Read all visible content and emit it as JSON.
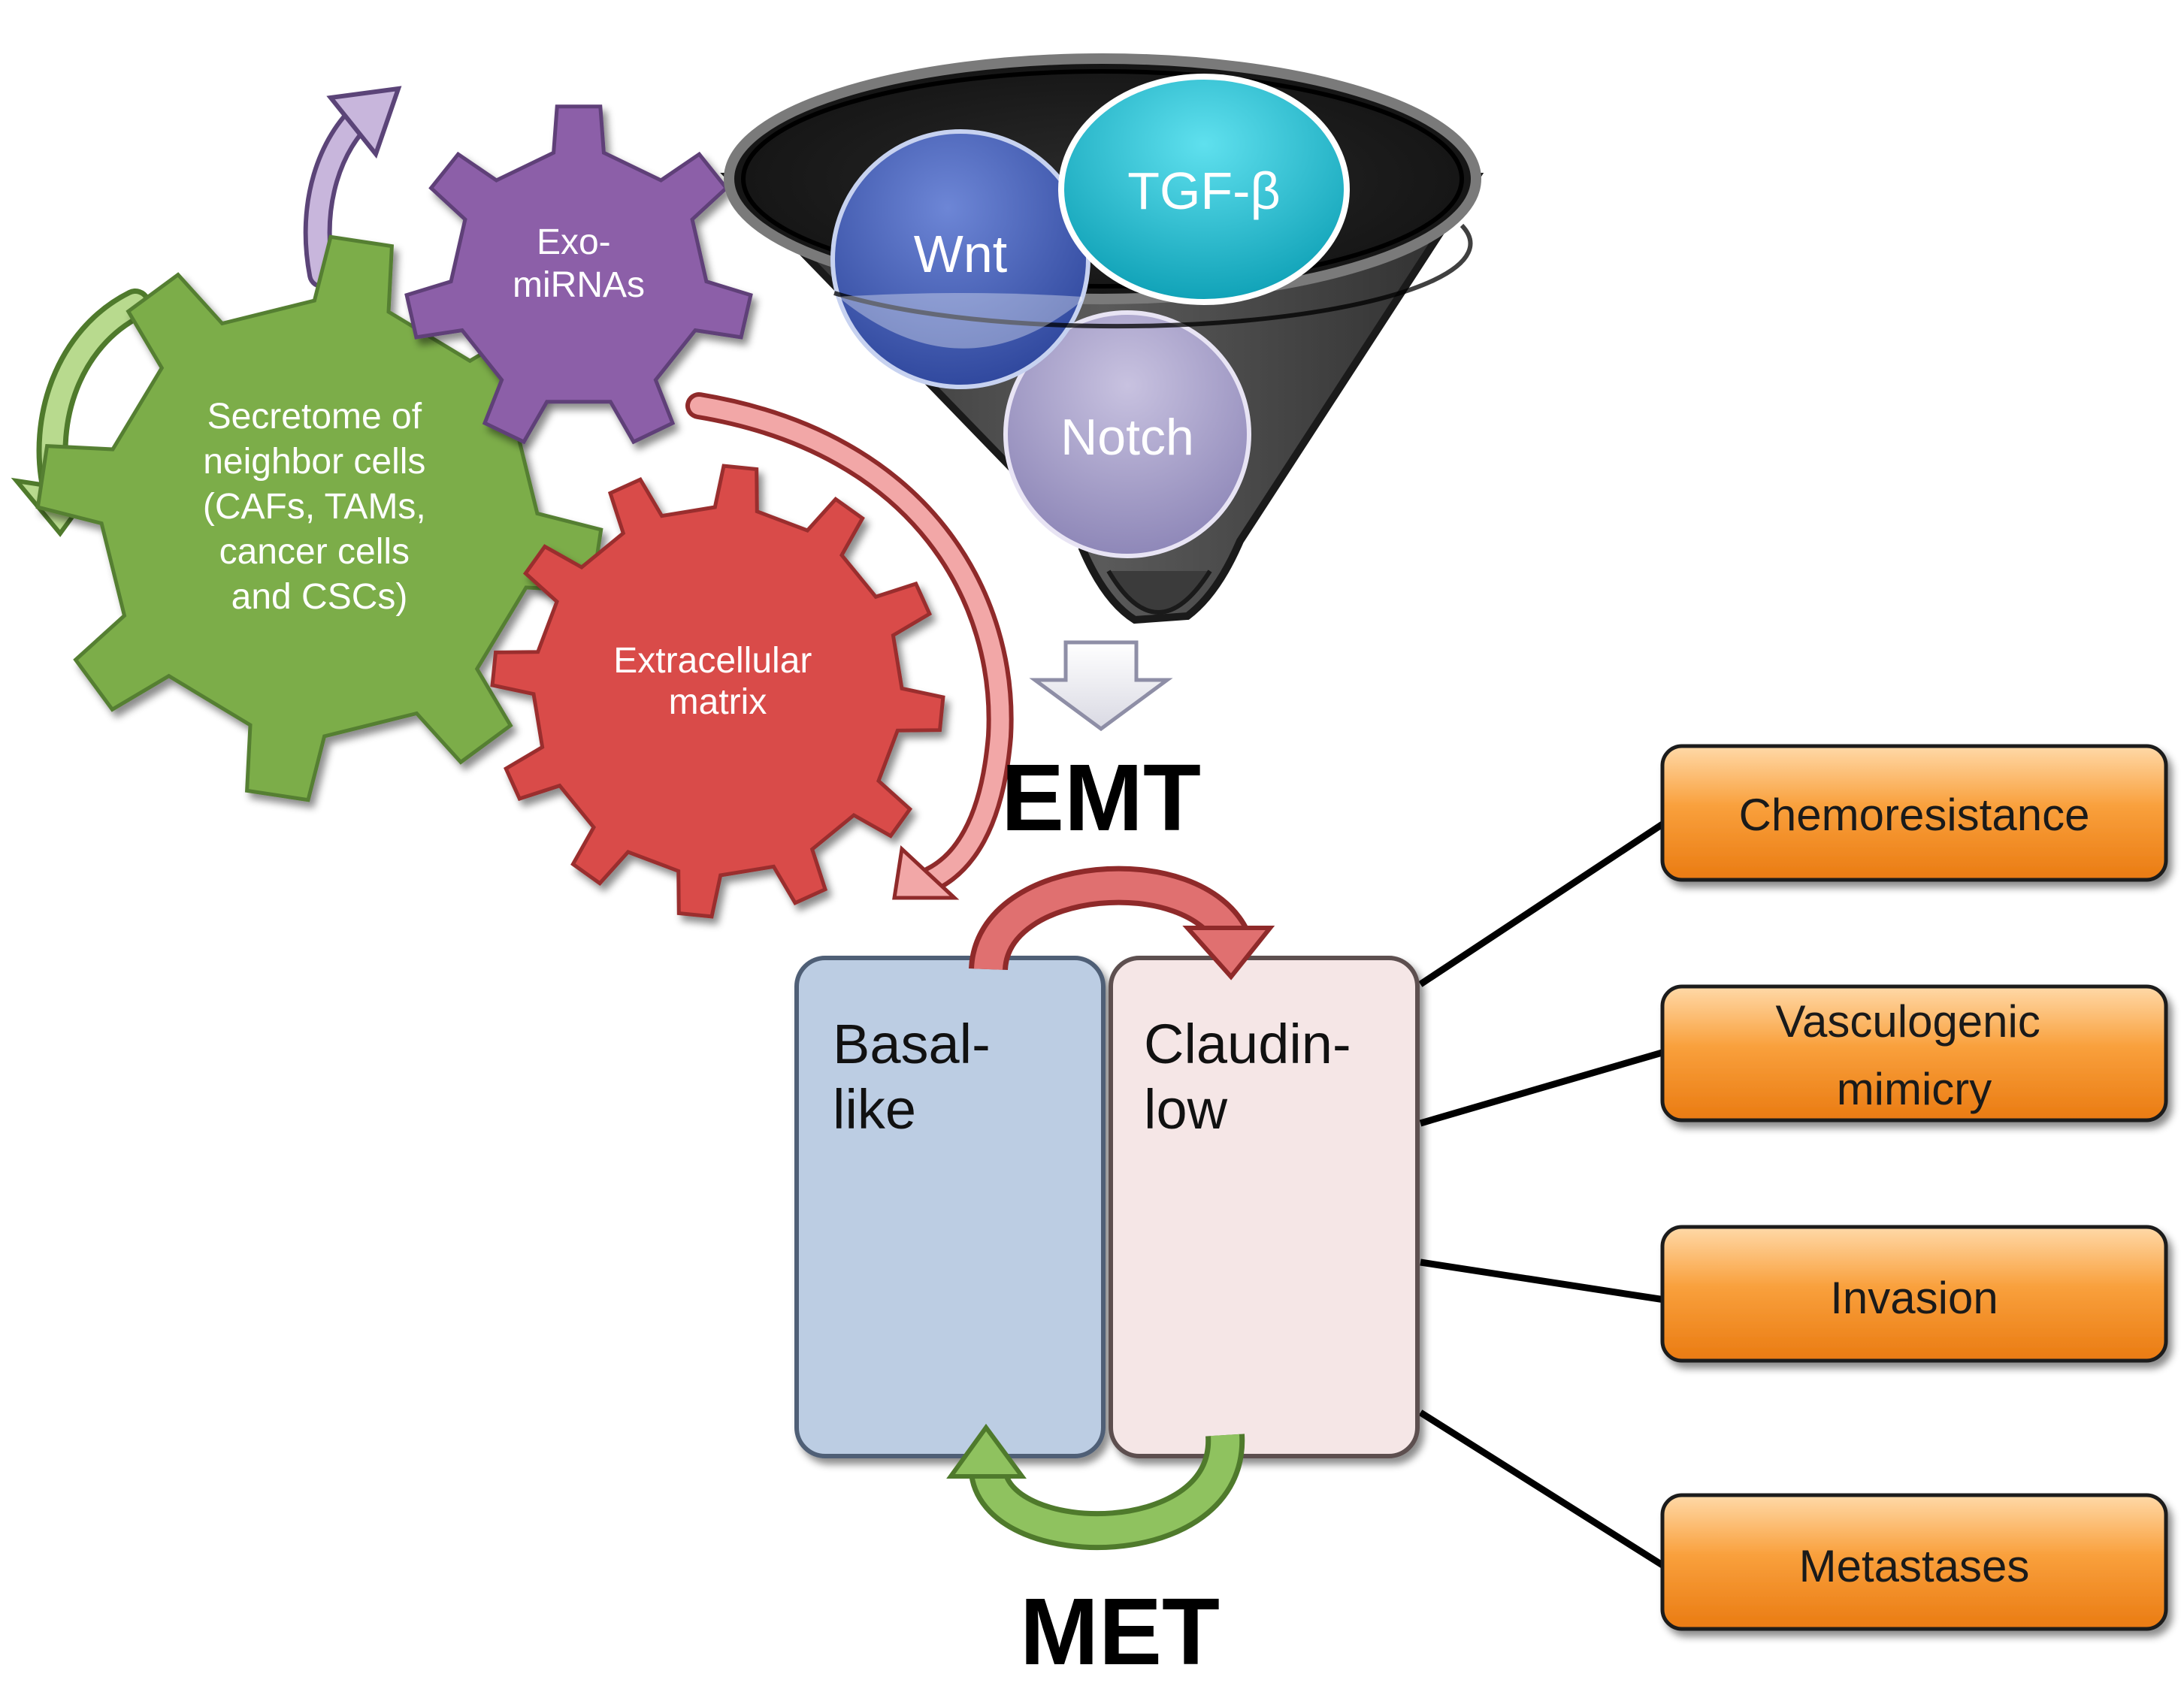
{
  "gears": {
    "secretome": {
      "lines": [
        "Secretome of",
        "neighbor cells",
        "(CAFs, TAMs,",
        "cancer cells",
        "and CSCs)"
      ],
      "color": "#7cad4a"
    },
    "exo": {
      "lines": [
        "Exo-",
        "miRNAs"
      ],
      "color": "#8c5fa8"
    },
    "ecm": {
      "lines": [
        "Extracellular",
        "matrix"
      ],
      "color": "#d94b4a"
    }
  },
  "funnel": {
    "color": "#3b3b3b",
    "circles": [
      {
        "label": "Wnt",
        "color": "#3d5aad"
      },
      {
        "label": "TGF-β",
        "color": "#14b3c8"
      },
      {
        "label": "Notch",
        "color": "#a39cc6"
      }
    ]
  },
  "transitions": {
    "emt": "EMT",
    "met": "MET",
    "emt_arrow_color": "#d94b4a",
    "met_arrow_color": "#7cad4a"
  },
  "subtypes": {
    "basal": {
      "lines": [
        "Basal-",
        "like"
      ],
      "color": "#bccde3"
    },
    "claudin": {
      "lines": [
        "Claudin-",
        "low"
      ],
      "color": "#f5e6e6"
    }
  },
  "outcomes": [
    {
      "lines": [
        "Chemoresistance"
      ]
    },
    {
      "lines": [
        "Vasculogenic",
        "mimicry"
      ]
    },
    {
      "lines": [
        "Invasion"
      ]
    },
    {
      "lines": [
        "Metastases"
      ]
    }
  ],
  "outcome_color": "#f7931e"
}
